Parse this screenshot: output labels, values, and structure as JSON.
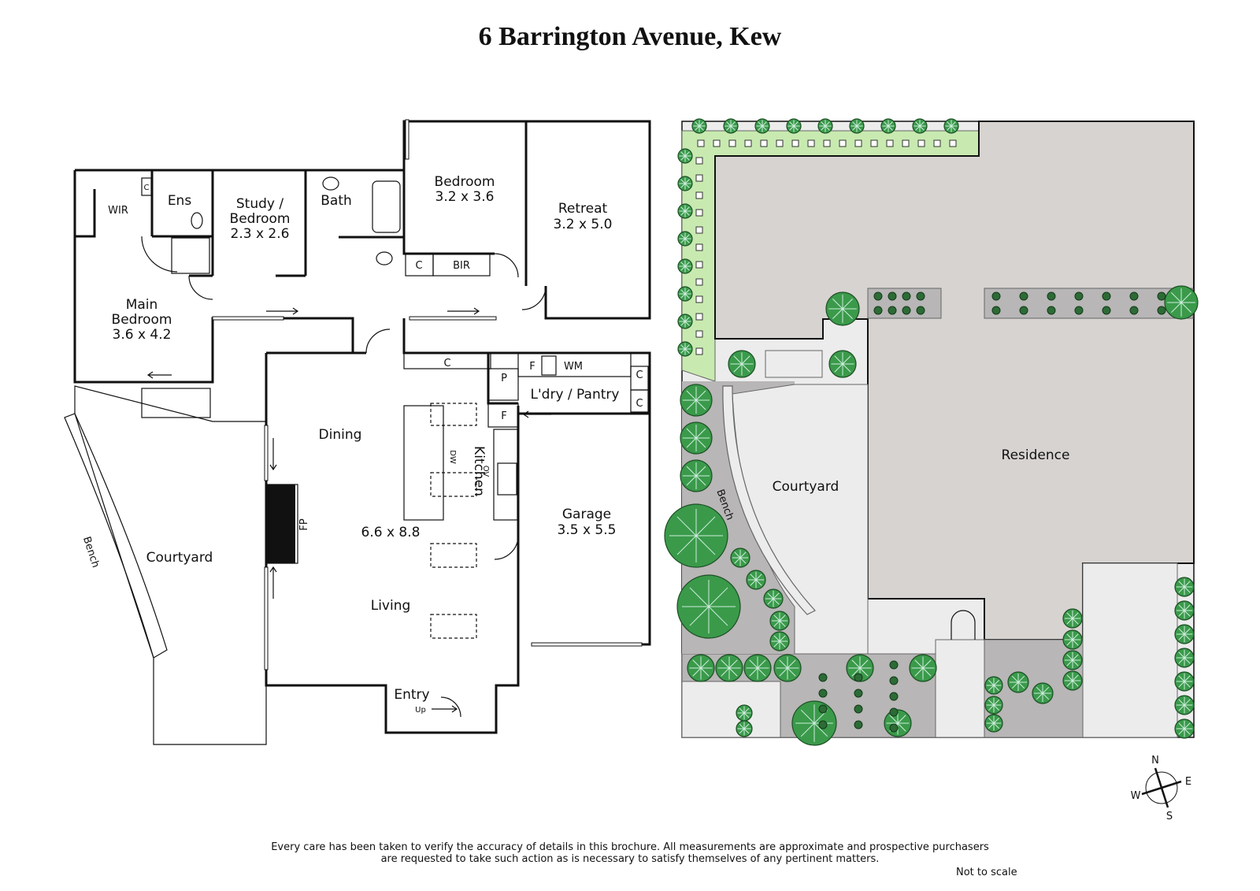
{
  "title": "6 Barrington Avenue, Kew",
  "floor_plan": {
    "rooms": {
      "wir": "WIR",
      "ens": "Ens",
      "c_ens": "C",
      "study_name1": "Study /",
      "study_name2": "Bedroom",
      "study_dim": "2.3 x 2.6",
      "bath": "Bath",
      "bedroom_name": "Bedroom",
      "bedroom_dim": "3.2 x 3.6",
      "c_bed": "C",
      "bir": "BIR",
      "retreat_name": "Retreat",
      "retreat_dim": "3.2 x 5.0",
      "main_name1": "Main",
      "main_name2": "Bedroom",
      "main_dim": "3.6 x 4.2",
      "c_hall": "C",
      "p": "P",
      "f_upper": "F",
      "wm": "WM",
      "c_ldry1": "C",
      "c_ldry2": "C",
      "f_lower": "F",
      "ldry": "L'dry / Pantry",
      "dining": "Dining",
      "kitchen": "Kitchen",
      "dw": "DW",
      "ov": "OV",
      "fp": "FP",
      "living_dim": "6.6 x 8.8",
      "living": "Living",
      "garage_name": "Garage",
      "garage_dim": "3.5 x 5.5",
      "courtyard": "Courtyard",
      "bench": "Bench",
      "entry": "Entry",
      "up": "Up"
    }
  },
  "site_plan": {
    "courtyard": "Courtyard",
    "residence": "Residence",
    "bench": "Bench"
  },
  "compass": {
    "n": "N",
    "e": "E",
    "s": "S",
    "w": "W"
  },
  "disclaimer_line1": "Every care has been taken to verify the accuracy of details in this brochure.  All measurements are approximate and prospective purchasers",
  "disclaimer_line2": "are requested to take such action as is necessary to satisfy themselves of any pertinent matters.",
  "not_to_scale": "Not to scale",
  "colors": {
    "hedge": "#c8eab0",
    "tree": "#3a9a4a",
    "building": "#d7d3d1",
    "paving": "#ececec",
    "gravel": "#b8b6b6"
  }
}
